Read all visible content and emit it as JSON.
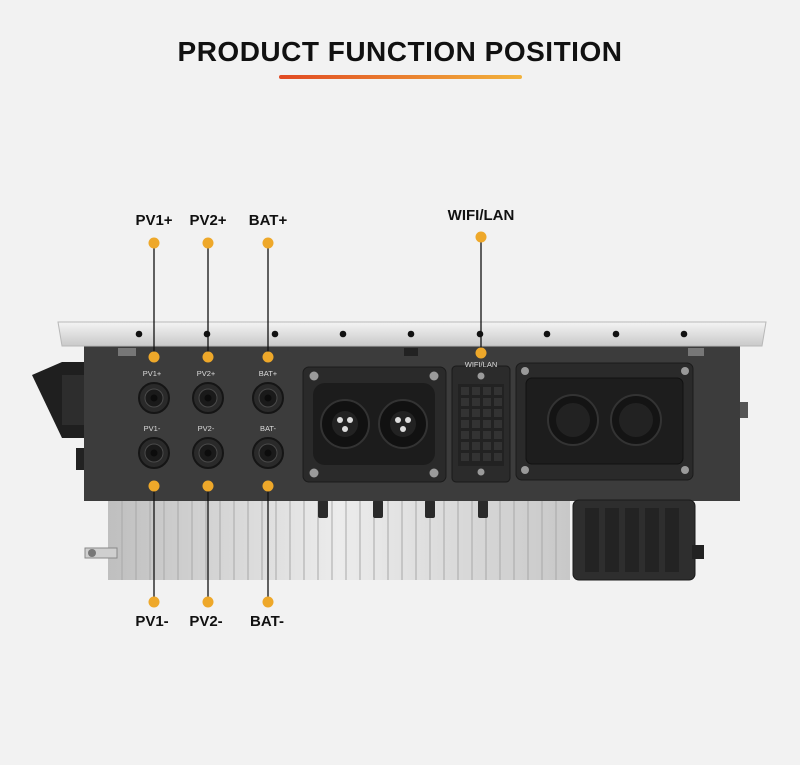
{
  "title": "PRODUCT FUNCTION POSITION",
  "colors": {
    "accent_dot": "#eea82a",
    "title_bar_start": "#e14a23",
    "title_bar_end": "#f2b33c",
    "housing": "#3c3c3c",
    "heatsink": "#dcdcdc"
  },
  "callouts": {
    "pv1_plus": "PV1+",
    "pv2_plus": "PV2+",
    "bat_plus": "BAT+",
    "wifi_lan": "WIFI/LAN",
    "pv1_minus": "PV1-",
    "pv2_minus": "PV2-",
    "bat_minus": "BAT-"
  },
  "port_labels": {
    "pv1_plus": "PV1+",
    "pv2_plus": "PV2+",
    "bat_plus": "BAT+",
    "pv1_minus": "PV1-",
    "pv2_minus": "PV2-",
    "bat_minus": "BAT-",
    "wifi_lan": "WIFI/LAN"
  }
}
